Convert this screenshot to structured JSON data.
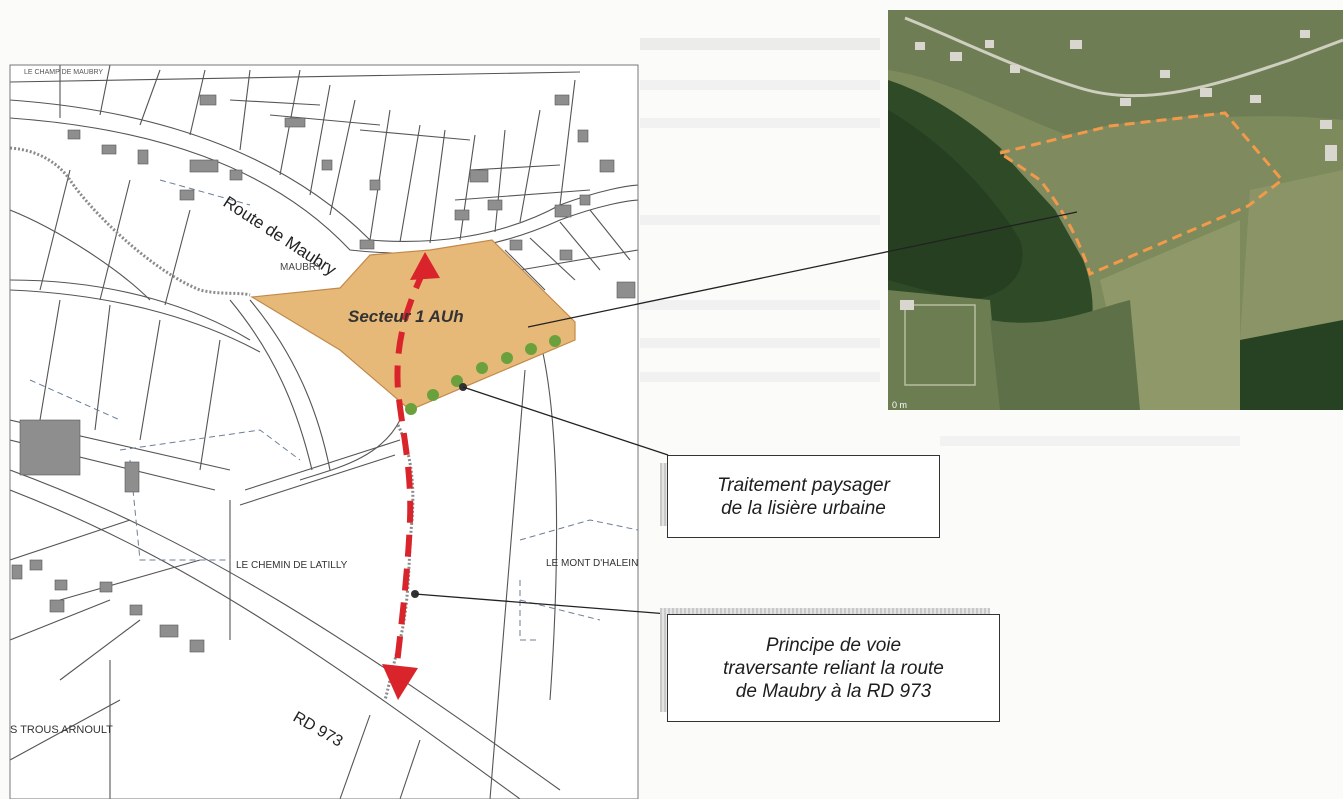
{
  "map": {
    "road_maubry": "Route de Maubry",
    "hamlet_label": "MAUBRY",
    "sector_label": "Secteur 1 AUh",
    "place_chemin_latilly": "LE CHEMIN DE LATILLY",
    "place_mont_halein": "LE MONT D'HALEIN",
    "place_trous_arnoult": "S TROUS ARNOULT",
    "road_rd973": "RD 973",
    "place_top_left": "LE CHAMP DE MAUBRY"
  },
  "aerial": {
    "scale_label": "0 m"
  },
  "callouts": {
    "edge_treatment_line1": "Traitement paysager",
    "edge_treatment_line2": "de la lisière urbaine",
    "road_principle_line1": "Principe de voie",
    "road_principle_line2": "traversante reliant la route",
    "road_principle_line3": "de Maubry à la RD 973"
  },
  "colors": {
    "sector_fill": "#e7b979",
    "road_arrow": "#d9242b",
    "hedge_dot": "#6aa13c",
    "aerial_outline": "#f29a4a"
  }
}
